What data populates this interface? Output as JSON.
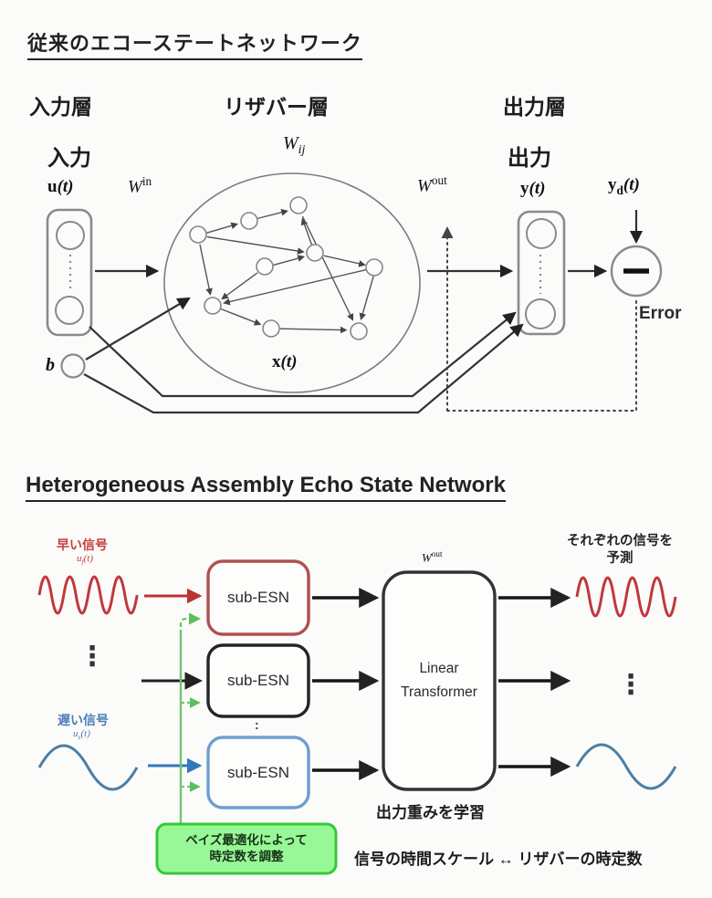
{
  "top": {
    "title": "従来のエコーステートネットワーク",
    "input_layer": "入力層",
    "reservoir_layer": "リザバー層",
    "output_layer": "出力層",
    "input_label": "入力",
    "output_label": "出力",
    "error_label": "Error",
    "math": {
      "W": "W",
      "sup_in": "in",
      "sup_out": "out",
      "sub_ij": "ij",
      "u": "u",
      "x": "x",
      "y": "y",
      "sub_d": "d",
      "b": "b",
      "t": "(t)"
    }
  },
  "bottom": {
    "title": "Heterogeneous Assembly Echo State Network",
    "fast_signal": "早い信号",
    "slow_signal": "遅い信号",
    "math": {
      "u": "u",
      "sub_f": "f",
      "sub_s": "s",
      "t": "(t)",
      "W": "W",
      "sup_out": "out"
    },
    "sub_esn_1": "sub-ESN",
    "sub_esn_2": "sub-ESN",
    "sub_esn_3": "sub-ESN",
    "transformer_line1": "Linear",
    "transformer_line2": "Transformer",
    "predict_line1": "それぞれの信号を",
    "predict_line2": "予測",
    "learn_label": "出力重みを学習",
    "bayes_line1": "ベイズ最適化によって",
    "bayes_line2": "時定数を調整",
    "note": "信号の時間スケール ↔ リザバーの時定数",
    "ellipsis_left": "⋮",
    "ellipsis_right": "⋮",
    "ellipsis_boxes": ":"
  },
  "colors": {
    "red": "#b44c4a",
    "blue": "#5f93c8",
    "green": "#3fc53f",
    "green_fill": "#98f898",
    "ink": "#222222"
  }
}
